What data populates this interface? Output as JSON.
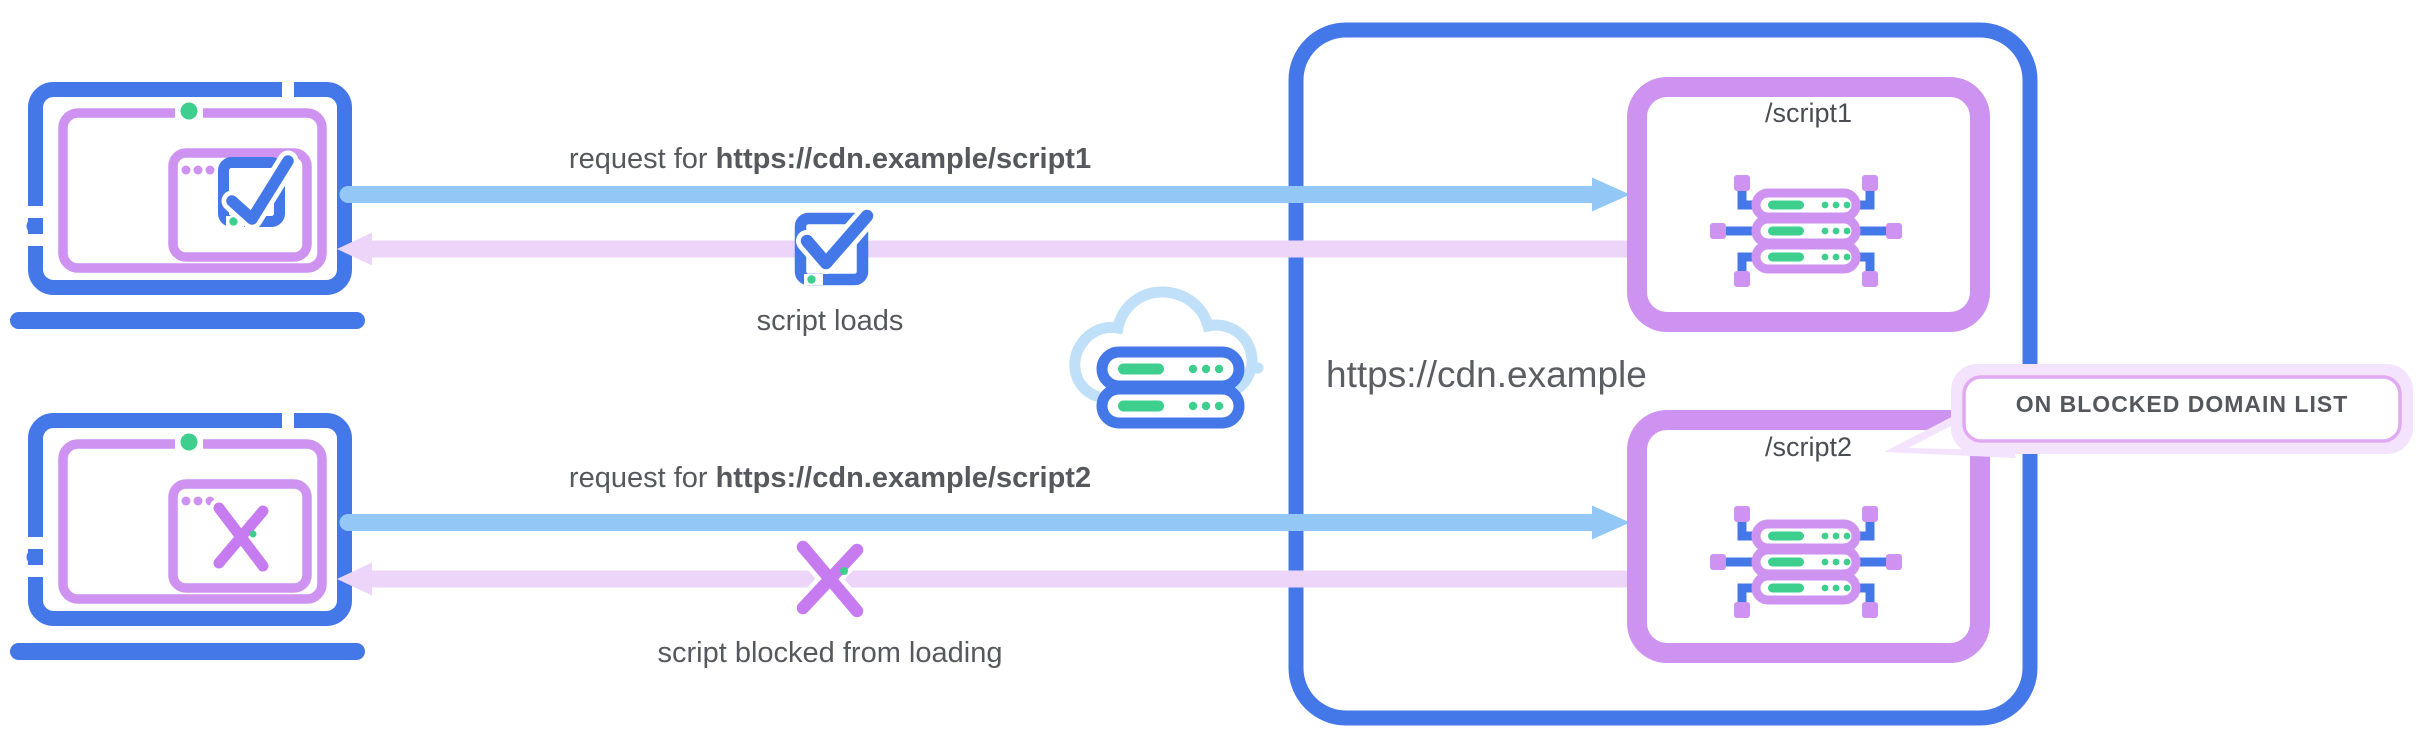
{
  "flows": [
    {
      "client_icon": "laptop-with-checkbox-icon",
      "request_prefix": "request for ",
      "request_url": "https://cdn.example/script1",
      "result_icon": "checkbox-checked-icon",
      "result_label": "script loads"
    },
    {
      "client_icon": "laptop-with-cross-icon",
      "request_prefix": "request for ",
      "request_url": "https://cdn.example/script2",
      "result_icon": "cross-icon",
      "result_label": "script blocked from loading"
    }
  ],
  "cdn": {
    "domain_label": "https://cdn.example",
    "endpoints": [
      {
        "label": "/script1"
      },
      {
        "label": "/script2"
      }
    ],
    "callout_label": "ON BLOCKED DOMAIN LIST",
    "network_icon": "cloud-server-icon"
  },
  "colors": {
    "blue": "#4478e9",
    "purple": "#ce93f1",
    "violet": "#c77bf0",
    "arrowblue": "#93c7f6",
    "arrowpink": "#edd5fa",
    "green": "#3ece8d",
    "cloudblue": "#bfe0f8",
    "calloutpink": "#f4e3fc",
    "calloutring": "#e0a9f2",
    "text": "#56585d"
  }
}
